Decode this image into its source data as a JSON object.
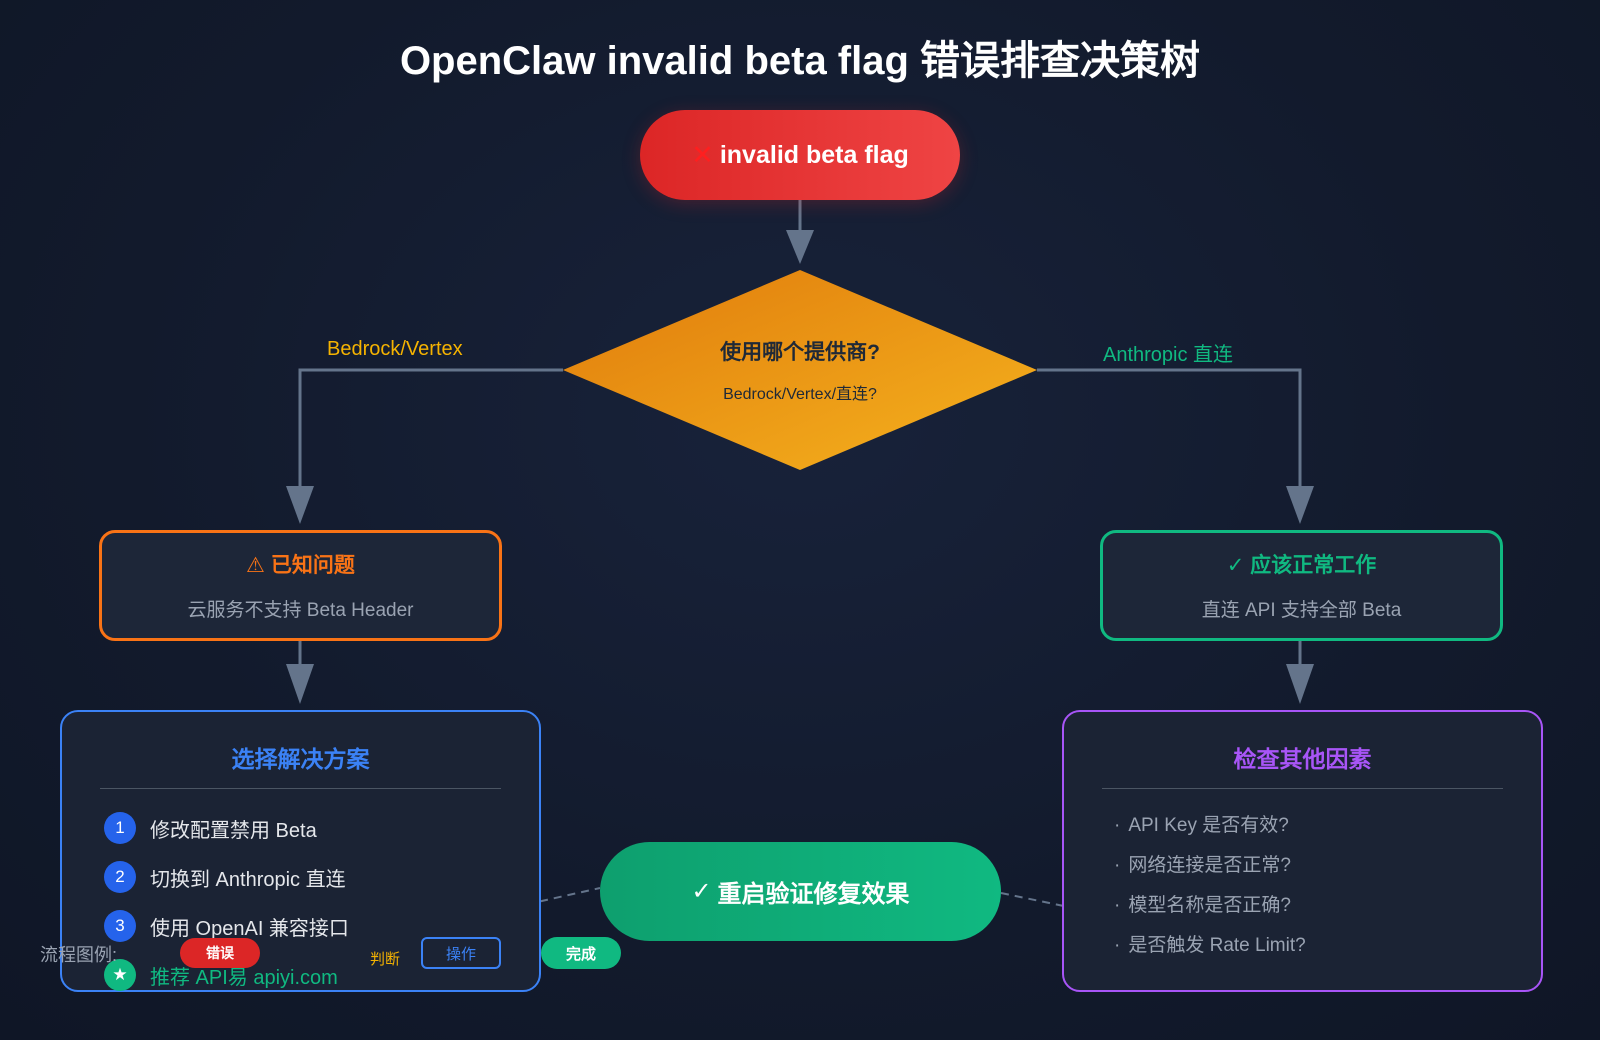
{
  "title": "OpenClaw invalid beta flag 错误排查决策树",
  "start": {
    "icon": "✕",
    "label": "invalid beta flag"
  },
  "decision": {
    "question": "使用哪个提供商?",
    "sub": "Bedrock/Vertex/直连?"
  },
  "branches": {
    "left": "Bedrock/Vertex",
    "right": "Anthropic 直连"
  },
  "known_issue": {
    "icon": "⚠",
    "title": "已知问题",
    "desc": "云服务不支持 Beta Header"
  },
  "should_work": {
    "icon": "✓",
    "title": "应该正常工作",
    "desc": "直连 API 支持全部 Beta"
  },
  "solutions": {
    "title": "选择解决方案",
    "items": [
      {
        "num": "1",
        "text": "修改配置禁用 Beta"
      },
      {
        "num": "2",
        "text": "切换到 Anthropic 直连"
      },
      {
        "num": "3",
        "text": "使用 OpenAI 兼容接口"
      },
      {
        "num": "★",
        "text": "推荐 API易 apiyi.com"
      }
    ]
  },
  "checks": {
    "title": "检查其他因素",
    "items": [
      "API Key 是否有效?",
      "网络连接是否正常?",
      "模型名称是否正确?",
      "是否触发 Rate Limit?"
    ]
  },
  "final": {
    "icon": "✓",
    "label": "重启验证修复效果"
  },
  "legend": {
    "label": "流程图例:",
    "error": "错误",
    "judge": "判断",
    "operation": "操作",
    "done": "完成"
  },
  "colors": {
    "error": "#dc2626",
    "decision": "#f59e0b",
    "known_issue": "#f97316",
    "ok": "#10b981",
    "solution": "#3b82f6",
    "check": "#a855f7",
    "connector": "#64748b",
    "text_muted": "#9aa3b2"
  }
}
